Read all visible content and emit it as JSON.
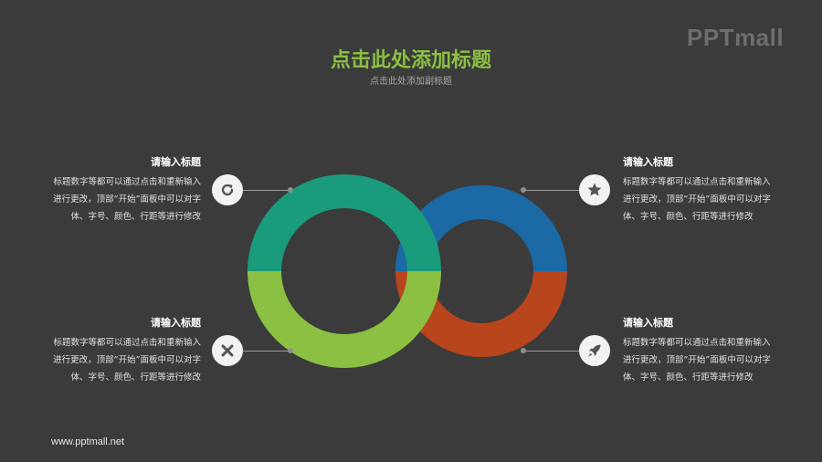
{
  "brand": {
    "logo_text": "PPTmall"
  },
  "header": {
    "title": "点击此处添加标题",
    "subtitle": "点击此处添加副标题"
  },
  "colors": {
    "teal": "#1a9b7b",
    "green": "#8bc043",
    "blue": "#1b6aa5",
    "orange": "#b8451c",
    "background": "#3b3b3b"
  },
  "items": [
    {
      "heading": "请输入标题",
      "body_lines": [
        "标题数字等都可以通过点击和重新输入",
        "进行更改，顶部“开始”面板中可以对字",
        "体、字号、颜色、行距等进行修改"
      ],
      "icon": "refresh-icon"
    },
    {
      "heading": "请输入标题",
      "body_lines": [
        "标题数字等都可以通过点击和重新输入",
        "进行更改，顶部“开始”面板中可以对字",
        "体、字号、颜色、行距等进行修改"
      ],
      "icon": "close-icon"
    },
    {
      "heading": "请输入标题",
      "body_lines": [
        "标题数字等都可以通过点击和重新输入",
        "进行更改，顶部“开始”面板中可以对字",
        "体、字号、颜色、行距等进行修改"
      ],
      "icon": "star-icon"
    },
    {
      "heading": "请输入标题",
      "body_lines": [
        "标题数字等都可以通过点击和重新输入",
        "进行更改，顶部“开始”面板中可以对字",
        "体、字号、颜色、行距等进行修改"
      ],
      "icon": "rocket-icon"
    }
  ],
  "footer": {
    "url": "www.pptmall.net"
  }
}
